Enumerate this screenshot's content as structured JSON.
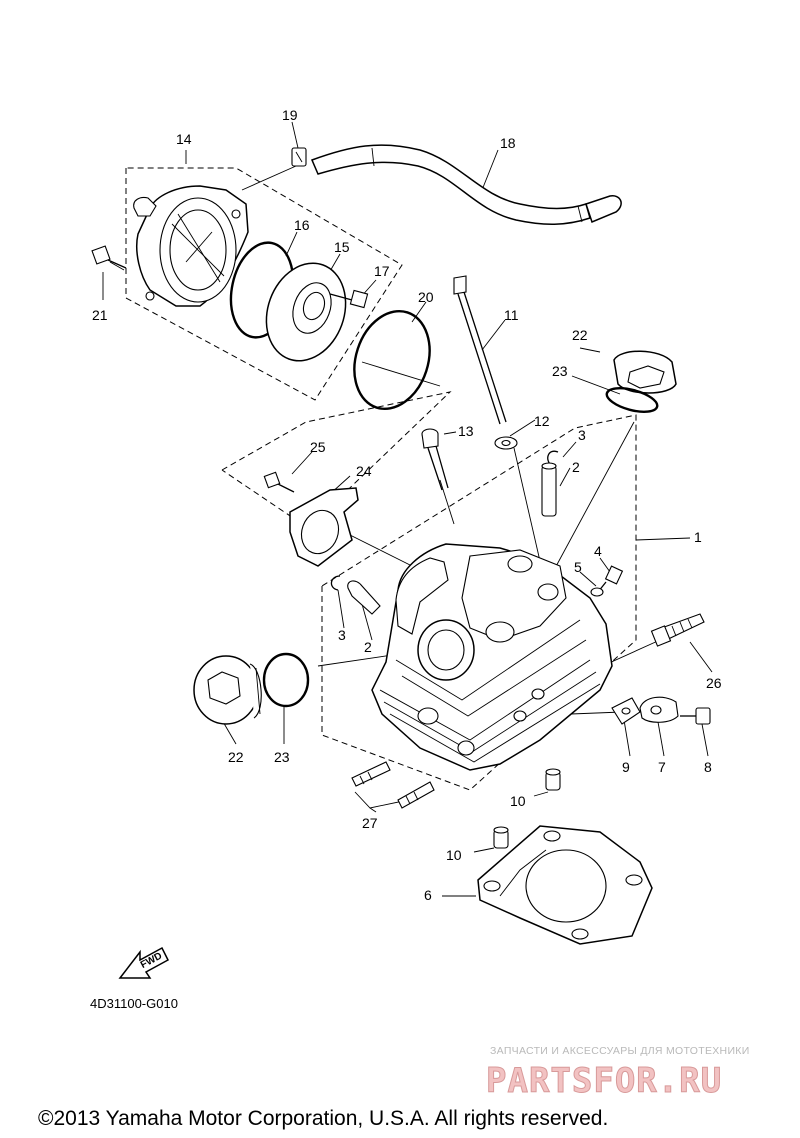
{
  "labels": [
    {
      "id": "1",
      "text": "1"
    },
    {
      "id": "2a",
      "text": "2"
    },
    {
      "id": "2b",
      "text": "2"
    },
    {
      "id": "3a",
      "text": "3"
    },
    {
      "id": "3b",
      "text": "3"
    },
    {
      "id": "4",
      "text": "4"
    },
    {
      "id": "5",
      "text": "5"
    },
    {
      "id": "6",
      "text": "6"
    },
    {
      "id": "7",
      "text": "7"
    },
    {
      "id": "8",
      "text": "8"
    },
    {
      "id": "9",
      "text": "9"
    },
    {
      "id": "10a",
      "text": "10"
    },
    {
      "id": "10b",
      "text": "10"
    },
    {
      "id": "11",
      "text": "11"
    },
    {
      "id": "12",
      "text": "12"
    },
    {
      "id": "13",
      "text": "13"
    },
    {
      "id": "14",
      "text": "14"
    },
    {
      "id": "15",
      "text": "15"
    },
    {
      "id": "16",
      "text": "16"
    },
    {
      "id": "17",
      "text": "17"
    },
    {
      "id": "18",
      "text": "18"
    },
    {
      "id": "19",
      "text": "19"
    },
    {
      "id": "20",
      "text": "20"
    },
    {
      "id": "21",
      "text": "21"
    },
    {
      "id": "22a",
      "text": "22"
    },
    {
      "id": "22b",
      "text": "22"
    },
    {
      "id": "23a",
      "text": "23"
    },
    {
      "id": "23b",
      "text": "23"
    },
    {
      "id": "24",
      "text": "24"
    },
    {
      "id": "25",
      "text": "25"
    },
    {
      "id": "26",
      "text": "26"
    },
    {
      "id": "27",
      "text": "27"
    }
  ],
  "fwd_label": "FWD",
  "diagram_code": "4D31100-G010",
  "watermark": {
    "tagline": "ЗАПЧАСТИ И АКСЕССУАРЫ ДЛЯ МОТОТЕХНИКИ",
    "brand": "PARTSFOR.RU",
    "brand_color": "#e8a0a0"
  },
  "copyright": "©2013 Yamaha Motor Corporation, U.S.A. All rights reserved."
}
